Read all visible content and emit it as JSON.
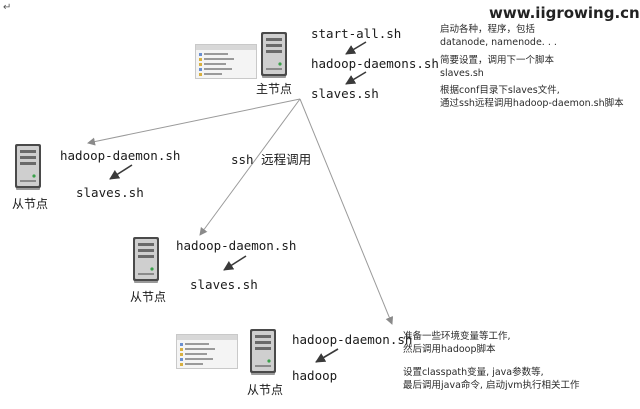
{
  "corner_mark": "↵",
  "watermark": "www.iigrowing.cn",
  "master": {
    "label": "主节点",
    "cmd_start_all": "start-all.sh",
    "cmd_daemons": "hadoop-daemons.sh",
    "cmd_slaves": "slaves.sh"
  },
  "notes_master": {
    "line1": "启动各种，程序，包括",
    "line2": "datanode, namenode. . .",
    "line3": "简要设置，调用下一个脚本",
    "line4": "slaves.sh",
    "line5": "根据conf目录下slaves文件,",
    "line6": "通过ssh远程调用hadoop-daemon.sh脚本"
  },
  "ssh_label": "ssh 远程调用",
  "slave1": {
    "label": "从节点",
    "cmd_daemon": "hadoop-daemon.sh",
    "cmd_slaves": "slaves.sh"
  },
  "slave2": {
    "label": "从节点",
    "cmd_daemon": "hadoop-daemon.sh",
    "cmd_slaves": "slaves.sh"
  },
  "slave3": {
    "label": "从节点",
    "cmd_daemon": "hadoop-daemon.sh",
    "cmd_hadoop": "hadoop"
  },
  "notes_slave": {
    "line1": "准备一些环境变量等工作,",
    "line2": "然后调用hadoop脚本",
    "line3": "设置classpath变量, java参数等,",
    "line4": "最后调用java命令, 启动jvm执行相关工作"
  }
}
